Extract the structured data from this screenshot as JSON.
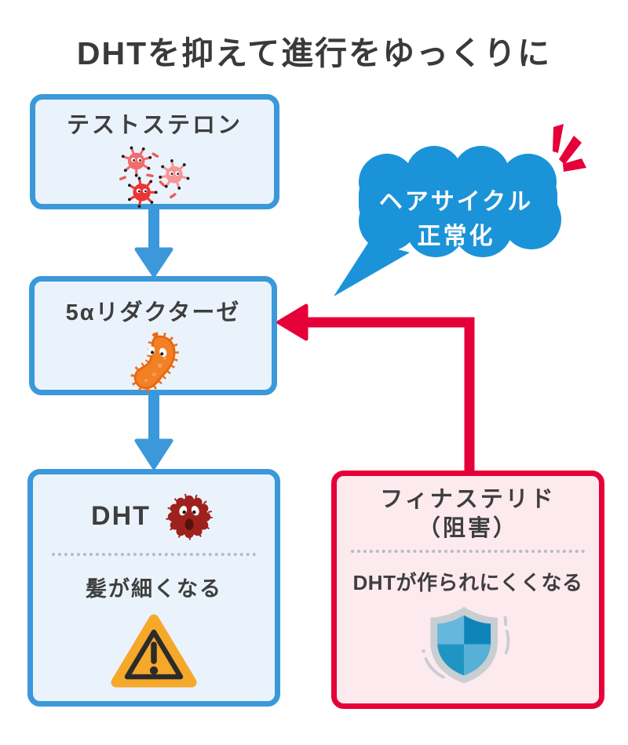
{
  "title": "DHTを抑えて進行をゆっくりに",
  "flow": {
    "testosterone": {
      "label": "テストステロン"
    },
    "reductase": {
      "label": "5αリダクターゼ"
    },
    "dht": {
      "label": "DHT",
      "effect": "髪が細くなる"
    }
  },
  "bubble": {
    "line1": "ヘアサイクル",
    "line2": "正常化"
  },
  "inhibitor": {
    "name": "フィナステリド",
    "mode": "（阻害）",
    "effect": "DHTが作られにくくなる"
  },
  "icons": {
    "testosterone": "molecules-icon",
    "reductase": "bacteria-icon",
    "dht": "virus-icon",
    "dht_effect": "warning-icon",
    "inhibitor": "shield-icon",
    "bubble": "emphasis-marks-icon",
    "flow": "arrow-down-icon",
    "inhibition": "arrow-left-icon"
  },
  "colors": {
    "blue": "#3b98da",
    "blue_fill": "#eaf3fb",
    "cloud_blue": "#1b93d8",
    "red": "#e60039",
    "red_fill": "#fdeaee",
    "text": "#3e3e3e",
    "warning_yellow": "#f6a82b"
  }
}
